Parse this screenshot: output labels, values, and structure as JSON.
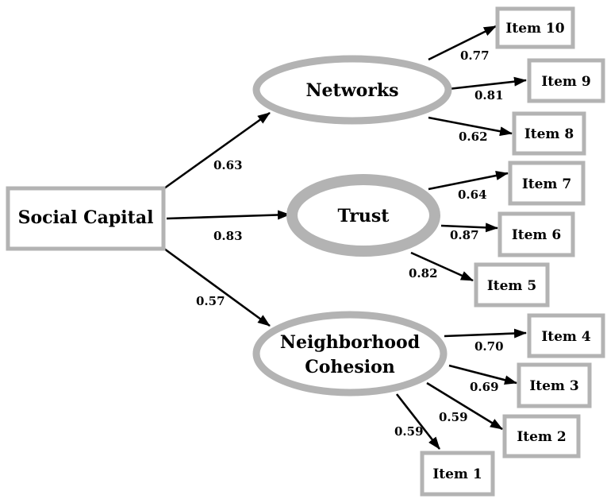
{
  "diagram": {
    "root": {
      "label": "Social Capital"
    },
    "factors": {
      "networks": {
        "label": "Networks",
        "loading": "0.63"
      },
      "trust": {
        "label": "Trust",
        "loading": "0.83"
      },
      "cohesion": {
        "label_line1": "Neighborhood",
        "label_line2": "Cohesion",
        "loading": "0.57"
      }
    },
    "items": [
      {
        "label": "Item 10",
        "loading": "0.77"
      },
      {
        "label": "Item 9",
        "loading": "0.81"
      },
      {
        "label": "Item 8",
        "loading": "0.62"
      },
      {
        "label": "Item 7",
        "loading": "0.64"
      },
      {
        "label": "Item 6",
        "loading": "0.87"
      },
      {
        "label": "Item 5",
        "loading": "0.82"
      },
      {
        "label": "Item 4",
        "loading": "0.70"
      },
      {
        "label": "Item 3",
        "loading": "0.69"
      },
      {
        "label": "Item 2",
        "loading": "0.59"
      },
      {
        "label": "Item 1",
        "loading": "0.59"
      }
    ],
    "colors": {
      "outline": "#b3b3b3",
      "arrow": "#000000",
      "text": "#000000"
    }
  }
}
